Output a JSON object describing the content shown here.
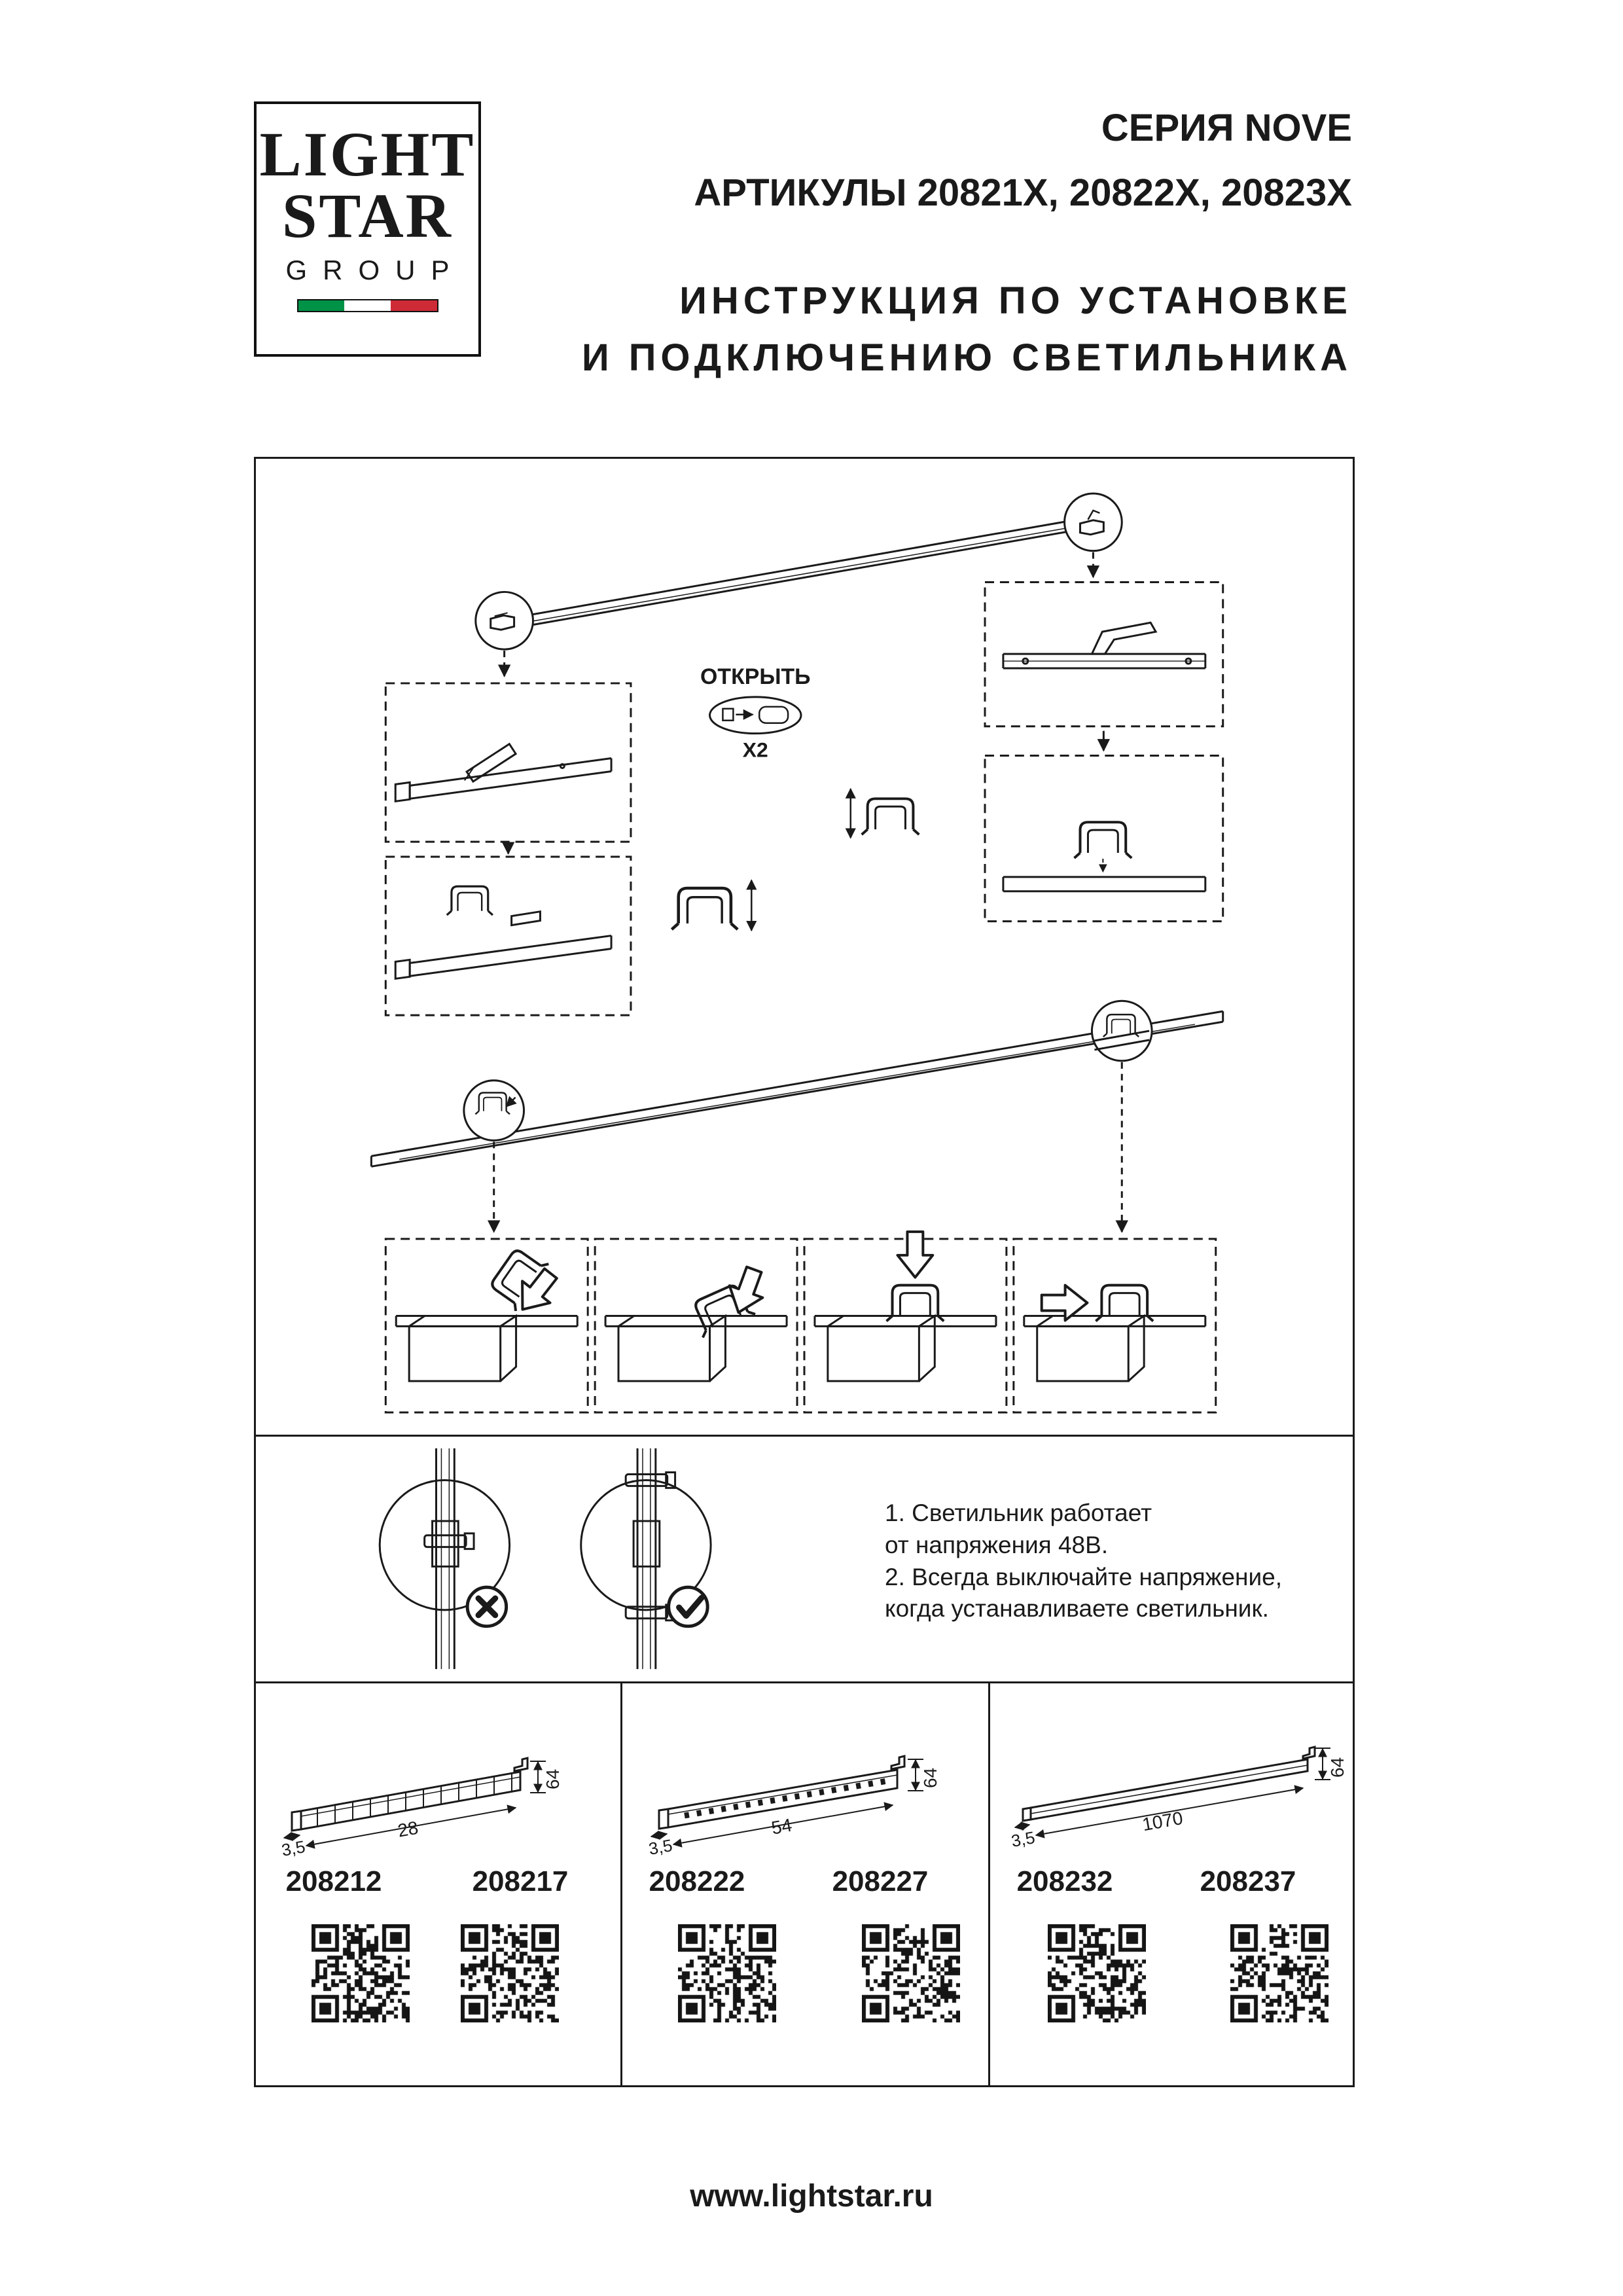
{
  "header": {
    "logo": {
      "line1": "LIGHT",
      "line2": "STAR",
      "line3": "GROUP"
    },
    "series": "СЕРИЯ NOVE",
    "articles": "АРТИКУЛЫ 20821X, 20822X, 20823X",
    "title_line1": "ИНСТРУКЦИЯ ПО УСТАНОВКЕ",
    "title_line2": "И ПОДКЛЮЧЕНИЮ СВЕТИЛЬНИКА"
  },
  "install_diagram": {
    "open_label": "ОТКРЫТЬ",
    "open_count": "X2"
  },
  "notes": {
    "line1": "1. Светильник работает",
    "line2": "от напряжения 48В.",
    "line3": "2. Всегда выключайте напряжение,",
    "line4": "когда устанавливаете светильник."
  },
  "products": [
    {
      "length": "28",
      "width": "3,5",
      "height": "64",
      "articles": [
        "208212",
        "208217"
      ]
    },
    {
      "length": "54",
      "width": "3,5",
      "height": "64",
      "articles": [
        "208222",
        "208227"
      ]
    },
    {
      "length": "1070",
      "width": "3,5",
      "height": "64",
      "articles": [
        "208232",
        "208237"
      ]
    }
  ],
  "footer": {
    "website": "www.lightstar.ru"
  },
  "colors": {
    "ink": "#1a1a1a",
    "flag_green": "#009246",
    "flag_red": "#ce2b37"
  }
}
